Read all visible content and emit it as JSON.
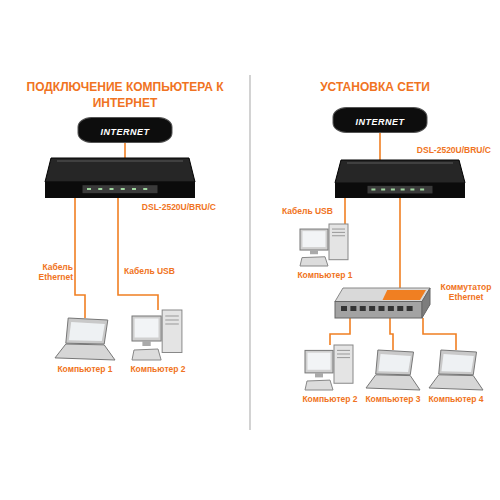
{
  "diagram": {
    "title": "ПОДКЛЮЧЕНИЕ КОМПЬЮТЕРА К ИНТЕРНЕТ",
    "nodes": [
      {
        "text": [
          "INTERNET"
        ]
      },
      {
        "text": [
          "DSL-2520U/BRU/C"
        ]
      },
      {
        "text": [
          "Компьютер 1"
        ]
      },
      {
        "text": [
          "Компьютер 2"
        ]
      },
      {
        "text": [
          "INTERNET"
        ]
      },
      {
        "text": [
          "DSL-2520U/BRU/C"
        ]
      },
      {
        "text": [
          "Компьютер 1"
        ]
      },
      {
        "text": [
          "Коммутатор Ethernet"
        ]
      },
      {
        "text": [
          "Компьютер 2"
        ]
      },
      {
        "text": [
          "Компьютер 3"
        ]
      },
      {
        "text": [
          "Компьютер 4"
        ]
      }
    ],
    "edges": [
      {
        "from": 0,
        "to": 1,
        "arrow": "none"
      },
      {
        "from": 1,
        "to": 2,
        "label": "Кабель Ethernet",
        "arrow": "none"
      },
      {
        "from": 1,
        "to": 3,
        "label": "Кабель USB",
        "arrow": "none"
      },
      {
        "from": 4,
        "to": 5,
        "arrow": "none"
      },
      {
        "from": 5,
        "to": 6,
        "label": "Кабель USB",
        "arrow": "none"
      },
      {
        "from": 5,
        "to": 7,
        "arrow": "none"
      },
      {
        "from": 7,
        "to": 8,
        "arrow": "none"
      },
      {
        "from": 7,
        "to": 9,
        "arrow": "none"
      },
      {
        "from": 7,
        "to": 10,
        "arrow": "none"
      }
    ],
    "labels": [
      "УСТАНОВКА СЕТИ"
    ]
  }
}
